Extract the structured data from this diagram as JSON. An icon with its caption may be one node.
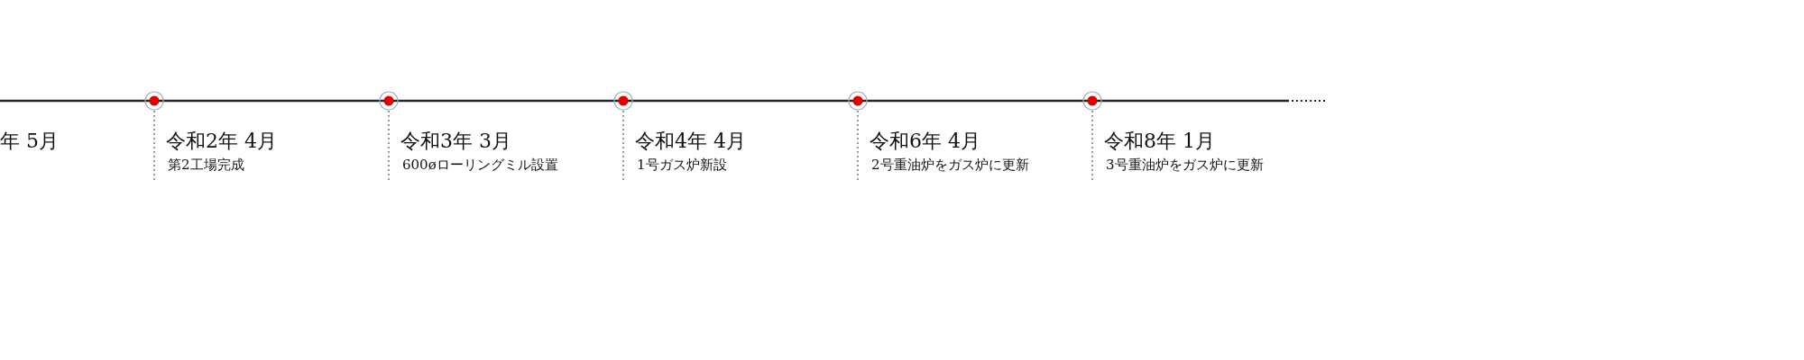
{
  "diagram": {
    "labels": [
      "年 5月",
      "令和2年 4月",
      "第2工場完成",
      "令和3年 3月",
      "600øローリングミル設置",
      "令和4年 4月",
      "1号ガス炉新設",
      "令和6年 4月",
      "2号重油炉をガス炉に更新",
      "令和8年 1月",
      "3号重油炉をガス炉に更新"
    ]
  }
}
